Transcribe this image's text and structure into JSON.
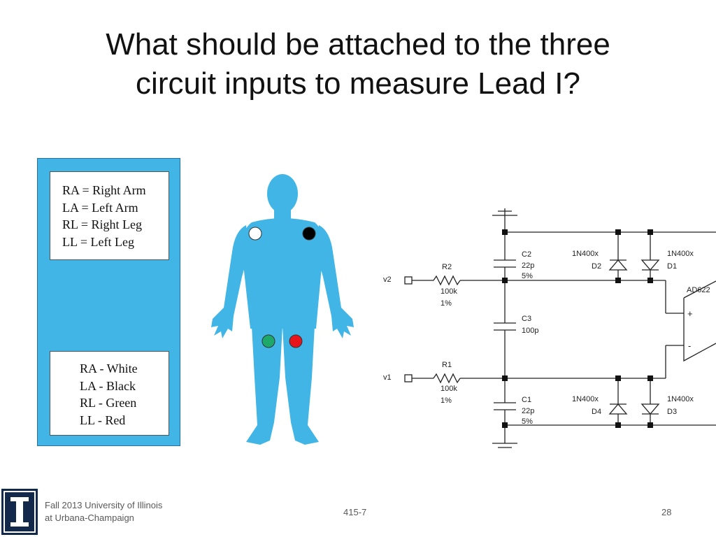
{
  "slide": {
    "title_line1": "What should be attached to the three",
    "title_line2": "circuit inputs to measure Lead I?"
  },
  "legend": {
    "abbreviations": [
      "RA = Right Arm",
      "LA = Left Arm",
      "RL = Right Leg",
      "LL = Left Leg"
    ],
    "colors": [
      "RA - White",
      "LA - Black",
      "RL - Green",
      "LL - Red"
    ]
  },
  "body_figure": {
    "fill": "#41b6e6",
    "electrodes": [
      {
        "name": "RA",
        "color": "#ffffff"
      },
      {
        "name": "LA",
        "color": "#000000"
      },
      {
        "name": "RL",
        "color": "#1ea86b"
      },
      {
        "name": "LL",
        "color": "#e8141c"
      }
    ]
  },
  "circuit": {
    "input_top": "v2",
    "input_bottom": "v1",
    "R2": {
      "name": "R2",
      "value": "100k",
      "tol": "1%"
    },
    "R1": {
      "name": "R1",
      "value": "100k",
      "tol": "1%"
    },
    "C2": {
      "name": "C2",
      "value": "22p",
      "tol": "5%"
    },
    "C3": {
      "name": "C3",
      "value": "100p"
    },
    "C1": {
      "name": "C1",
      "value": "22p",
      "tol": "5%"
    },
    "D2": {
      "name": "D2",
      "part": "1N400x"
    },
    "D1": {
      "name": "D1",
      "part": "1N400x"
    },
    "D4": {
      "name": "D4",
      "part": "1N400x"
    },
    "D3": {
      "name": "D3",
      "part": "1N400x"
    },
    "opamp": {
      "name": "AD622",
      "plus": "+",
      "minus": "-"
    }
  },
  "footer": {
    "institution_line1": "Fall 2013 University of Illinois",
    "institution_line2": "at Urbana-Champaign",
    "course": "415-7",
    "page": "28"
  }
}
